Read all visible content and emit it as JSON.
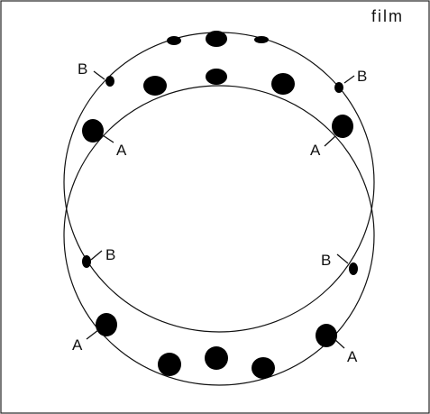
{
  "figure": {
    "title": "film",
    "labels": {
      "b_upper_left": "B",
      "b_upper_right": "B",
      "a_upper_left": "A",
      "a_upper_right": "A",
      "b_lower_left": "B",
      "b_lower_right": "B",
      "a_lower_left": "A",
      "a_lower_right": "A"
    }
  }
}
